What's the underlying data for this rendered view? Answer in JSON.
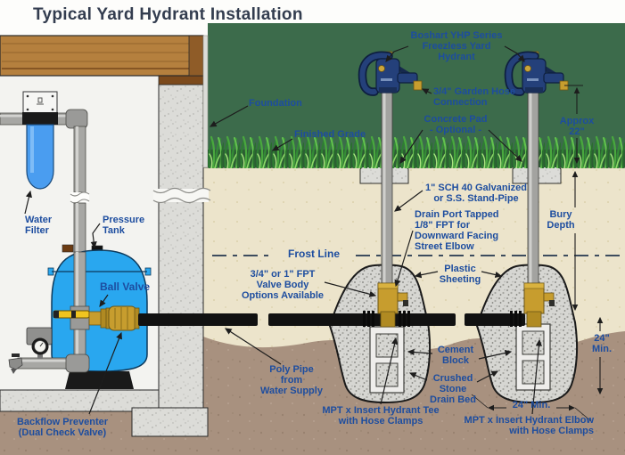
{
  "title": "Typical Yard Hydrant Installation",
  "colors": {
    "label_blue": "#1d4d9f",
    "title_navy": "#333d4f",
    "backdrop_green": "#3c6b4b",
    "soil_tan": "#ece4cb",
    "soil_brown": "#a8917f",
    "tank_blue": "#29a7ef",
    "hydrant_navy": "#24407a",
    "brass": "#c79d2e",
    "poly_pipe_black": "#111111",
    "concrete_gray": "#dcdcd8"
  },
  "labels": {
    "foundation": "Foundation",
    "finished_grade": "Finished Grade",
    "hydrant": "Boshart YHP Series\nFreezless Yard\nHydrant",
    "hose_connection": "3/4\" Garden Hose\nConnection",
    "concrete_pad": "Concrete Pad\n- Optional -",
    "approx_height": "Approx\n22\"",
    "stand_pipe": "1\" SCH 40 Galvanized\nor S.S. Stand-Pipe",
    "drain_port": "Drain Port Tapped\n1/8\" FPT for\nDownward Facing\nStreet Elbow",
    "bury_depth": "Bury\nDepth",
    "frost_line": "Frost Line",
    "valve_body": "3/4\" or 1\" FPT\nValve Body\nOptions Available",
    "plastic_sheeting": "Plastic\nSheeting",
    "water_filter": "Water\nFilter",
    "pressure_tank": "Pressure\nTank",
    "ball_valve": "Ball Valve",
    "backflow_preventer": "Backflow Preventer\n(Dual Check Valve)",
    "poly_pipe": "Poly Pipe\nfrom\nWater Supply",
    "cement_block": "Cement\nBlock",
    "crushed_stone": "Crushed\nStone\nDrain Bed",
    "hydrant_tee": "MPT x Insert Hydrant Tee\nwith Hose Clamps",
    "hydrant_elbow": "MPT x Insert Hydrant Elbow\nwith Hose Clamps",
    "min_24_vertical": "24\"\nMin.",
    "min_24_horizontal": "24\" Min."
  }
}
